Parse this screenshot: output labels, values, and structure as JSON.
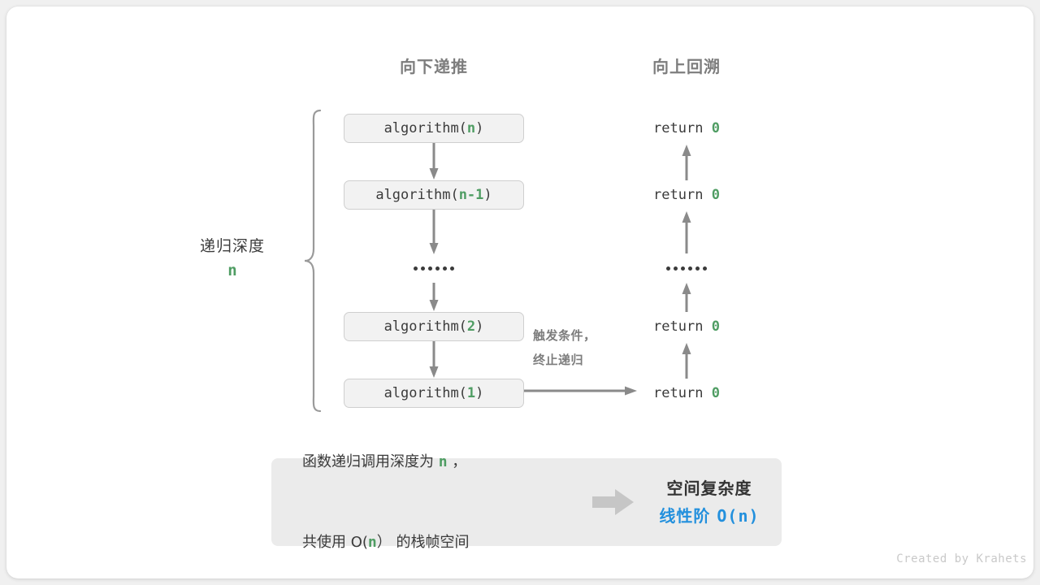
{
  "diagram": {
    "columns": {
      "down_header": "向下递推",
      "up_header": "向上回溯"
    },
    "depth_label": {
      "text": "递归深度",
      "value": "n"
    },
    "call_stack": [
      {
        "prefix": "algorithm(",
        "arg": "n",
        "suffix": ")"
      },
      {
        "prefix": "algorithm(",
        "arg": "n-1",
        "suffix": ")"
      },
      {
        "prefix": "algorithm(",
        "arg": "2",
        "suffix": ")"
      },
      {
        "prefix": "algorithm(",
        "arg": "1",
        "suffix": ")"
      }
    ],
    "returns": [
      {
        "keyword": "return ",
        "value": "0"
      },
      {
        "keyword": "return ",
        "value": "0"
      },
      {
        "keyword": "return ",
        "value": "0"
      },
      {
        "keyword": "return ",
        "value": "0"
      }
    ],
    "ellipsis_dots": 6,
    "trigger_note": {
      "line1": "触发条件，",
      "line2": "终止递归"
    },
    "summary": {
      "left_line1_a": "函数递归调用深度为 ",
      "left_line1_b": "n",
      "left_line1_c": " ，",
      "left_line2_a": "共使用 O(",
      "left_line2_b": "n",
      "left_line2_c": "） 的栈帧空间",
      "right_line1": "空间复杂度",
      "right_line2_a": "线性阶 ",
      "right_line2_b": "O(n)"
    },
    "footer": "Created by Krahets",
    "colors": {
      "green": "#4f9d63",
      "blue": "#2390dd",
      "gray_arrow": "#8a8a8a",
      "box_fill": "#f2f2f2",
      "box_border": "#cfcfcf",
      "panel_fill": "#ebebeb",
      "header_text": "#7d7d7d",
      "body_text": "#3b3b3b"
    }
  }
}
